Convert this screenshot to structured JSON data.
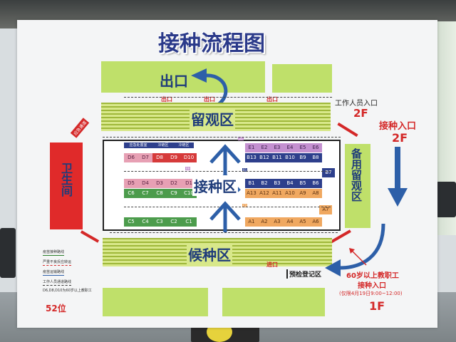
{
  "title": "接种流程图",
  "zones": {
    "exit": "出口",
    "exit_small": "出口",
    "observation": "留观区",
    "vaccination": "接种区",
    "waiting": "候种区",
    "backup_observation": "备用留观区",
    "hygiene": "卫生间",
    "entry_small": "进口",
    "pre_check": "预检登记区",
    "emergency_channel": "应急通道"
  },
  "labels": {
    "staff_entrance": "工作人员入口",
    "staff_floor": "2F",
    "vaccination_entrance": "接种入口",
    "vaccination_floor": "2F",
    "senior_entrance_line1": "60岁以上教职工",
    "senior_entrance_line2": "接种入口",
    "senior_note": "(仅限4月19日9:00~12:00)",
    "senior_floor": "1F",
    "seat_count": "52位"
  },
  "legend": [
    "疫苗接种路线",
    "严重不良反应转运",
    "疫苗运输路线",
    "工作人员通道路线",
    "D6,D8,D10为60岁以上教职工"
  ],
  "headers": {
    "h1": "应急处置室",
    "h2": "冷链区",
    "h3": "冷链区"
  },
  "stations": {
    "row_d_top": [
      "D6",
      "D7",
      "D8",
      "D9",
      "D10"
    ],
    "row_e": [
      "E1",
      "E2",
      "E3",
      "E4",
      "E5",
      "E6"
    ],
    "row_b_top": [
      "B13",
      "B12",
      "B11",
      "B10",
      "B9",
      "B8"
    ],
    "b7": "B7",
    "row_d_mid": [
      "D5",
      "D4",
      "D3",
      "D2",
      "D1"
    ],
    "row_c_mid": [
      "C6",
      "C7",
      "C8",
      "C9",
      "C10"
    ],
    "row_b_mid": [
      "B1",
      "B2",
      "B3",
      "B4",
      "B5",
      "B6"
    ],
    "row_a_mid": [
      "A13",
      "A12",
      "A11",
      "A10",
      "A9",
      "A8"
    ],
    "a7": "A7",
    "row_c_bot": [
      "C5",
      "C4",
      "C3",
      "C2",
      "C1"
    ],
    "row_a_bot": [
      "A1",
      "A2",
      "A3",
      "A4",
      "A5",
      "A6"
    ],
    "tag_d6": "D6",
    "tag_b8": "B8",
    "tag_b1": "B1",
    "tag_c2": "C2"
  },
  "colors": {
    "navy": "#1f3c7a",
    "red": "#d42828",
    "green": "#bfe06a",
    "arrow_blue": "#2d5fa8"
  }
}
